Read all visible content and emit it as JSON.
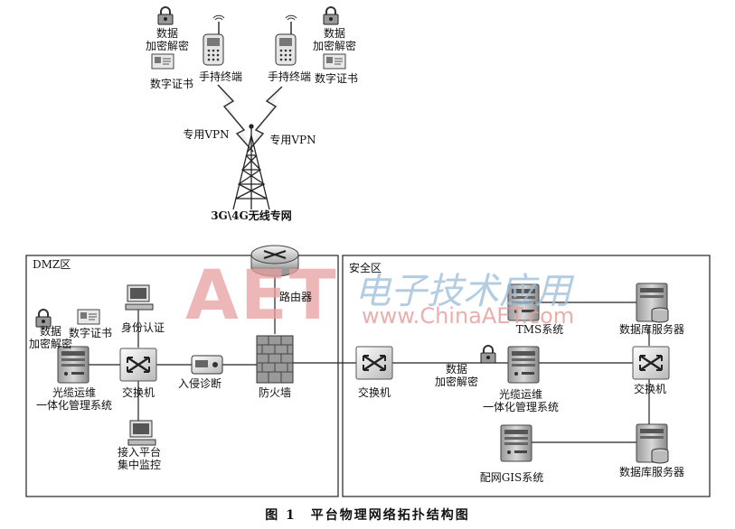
{
  "watermark": {
    "logo_text": "AET",
    "cn_text": "电子技术应用",
    "url_text": "www.ChinaAET.com"
  },
  "top": {
    "left": {
      "encrypt_label": "数据\n加密解密",
      "cert_label": "数字证书",
      "terminal_label": "手持终端",
      "vpn_label": "专用VPN"
    },
    "right": {
      "encrypt_label": "数据\n加密解密",
      "cert_label": "数字证书",
      "terminal_label": "手持终端",
      "vpn_label": "专用VPN"
    },
    "tower_label": "3G\\4G无线专网",
    "router_label": "路由器"
  },
  "dmz": {
    "zone_label": "DMZ区",
    "encrypt_label": "数据\n加密解密",
    "cert_label": "数字证书",
    "auth_label": "身份认证",
    "ops_label": "光缆运维\n一体化管理系统",
    "switch_label": "交换机",
    "access_label": "接入平台\n集中监控",
    "ids_label": "入侵诊断"
  },
  "firewall_label": "防火墙",
  "secure": {
    "zone_label": "安全区",
    "switch_a_label": "交换机",
    "tms_label": "TMS系统",
    "db1_label": "数据库服务器",
    "encrypt_label": "数据\n加密解密",
    "ops_label": "光缆运维\n一体化管理系统",
    "switch_b_label": "交换机",
    "gis_label": "配网GIS系统",
    "db2_label": "数据库服务器"
  },
  "caption": "图 1　平台物理网络拓扑结构图",
  "colors": {
    "watermark_red": "#e8a0a0",
    "watermark_blue": "#9fc0dc"
  }
}
